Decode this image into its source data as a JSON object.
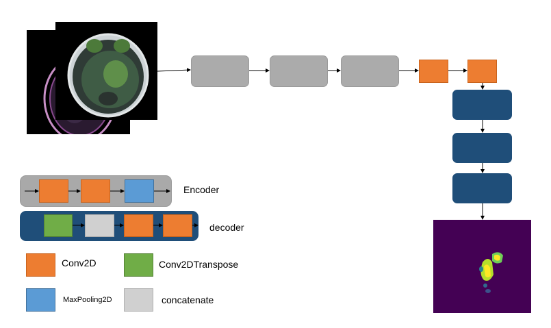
{
  "legend_blocks": {
    "encoder_label": "Encoder",
    "decoder_label": "decoder"
  },
  "legend_keys": {
    "conv2d": "Conv2D",
    "conv2d_transpose": "Conv2DTranspose",
    "maxpooling2d": "MaxPooling2D",
    "concatenate": "concatenate"
  },
  "colors": {
    "conv2d": "#ed7d31",
    "conv2d_transpose": "#70ad47",
    "maxpooling2d": "#5b9bd5",
    "concatenate": "#d0d0d0",
    "encoder_block": "#ababab",
    "decoder_block": "#1f4e79"
  }
}
